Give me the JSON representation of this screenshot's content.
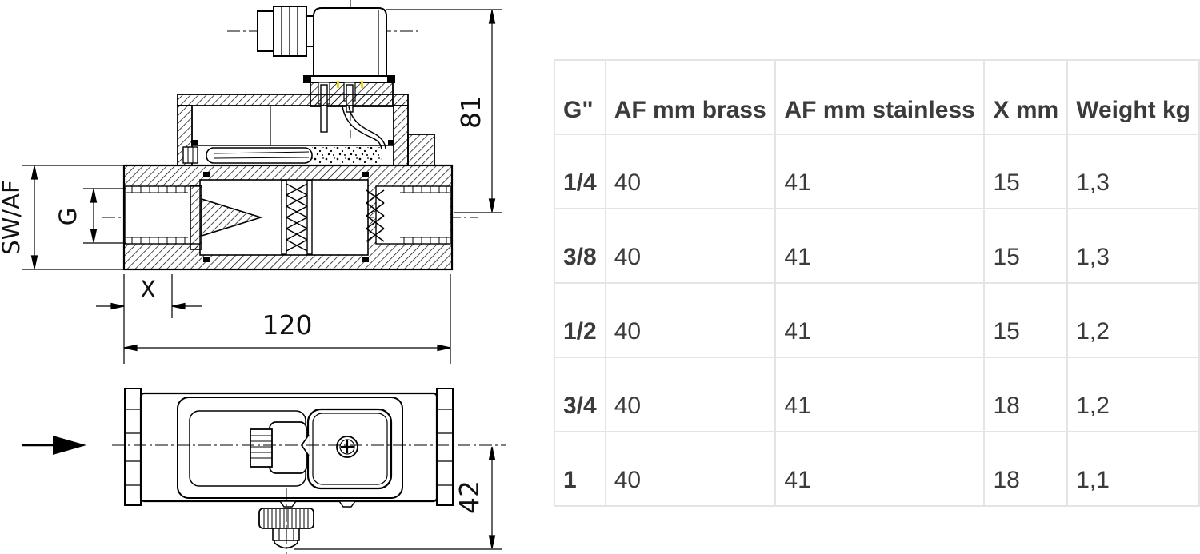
{
  "drawing": {
    "labels": {
      "height_mm": "81",
      "wrench_flat": "SW/AF",
      "thread": "G",
      "depth": "X",
      "length_mm": "120",
      "bottom_height_mm": "42"
    },
    "line_color": "#000000",
    "pin_highlight_color": "#f2d900"
  },
  "table": {
    "border_color": "#e4e4e4",
    "text_color": "#3b3b3b",
    "columns": [
      "G\"",
      "AF mm brass",
      "AF mm stainless",
      "X mm",
      "Weight kg"
    ],
    "rows": [
      [
        "1/4",
        "40",
        "41",
        "15",
        "1,3"
      ],
      [
        "3/8",
        "40",
        "41",
        "15",
        "1,3"
      ],
      [
        "1/2",
        "40",
        "41",
        "15",
        "1,2"
      ],
      [
        "3/4",
        "40",
        "41",
        "18",
        "1,2"
      ],
      [
        "1",
        "40",
        "41",
        "18",
        "1,1"
      ]
    ]
  }
}
